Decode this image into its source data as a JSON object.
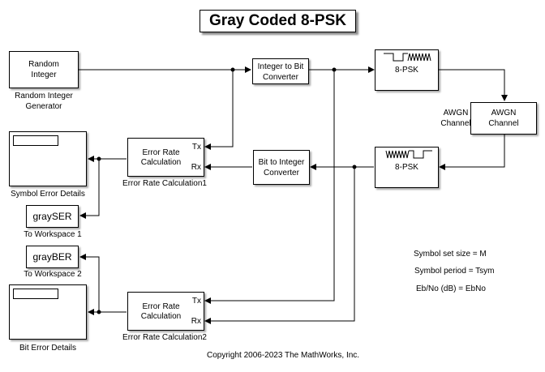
{
  "title": "Gray Coded 8-PSK",
  "blocks": {
    "random_integer": {
      "text": [
        "Random",
        "Integer"
      ],
      "label": [
        "Random Integer",
        "Generator"
      ]
    },
    "int_to_bit": {
      "text": [
        "Integer to Bit",
        "Converter"
      ]
    },
    "modulator": {
      "text": "8-PSK"
    },
    "awgn": {
      "text": [
        "AWGN",
        "Channel"
      ],
      "label": [
        "AWGN",
        "Channel"
      ]
    },
    "demodulator": {
      "text": "8-PSK"
    },
    "bit_to_int": {
      "text": [
        "Bit to Integer",
        "Converter"
      ]
    },
    "error_rate_1": {
      "text": [
        "Error Rate",
        "Calculation"
      ],
      "tx": "Tx",
      "rx": "Rx",
      "label": "Error Rate Calculation1"
    },
    "error_rate_2": {
      "text": [
        "Error Rate",
        "Calculation"
      ],
      "tx": "Tx",
      "rx": "Rx",
      "label": "Error Rate Calculation2"
    },
    "symbol_scope": {
      "label": "Symbol Error Details"
    },
    "bit_scope": {
      "label": "Bit Error Details"
    },
    "ws1": {
      "text": "graySER",
      "label": "To Workspace 1"
    },
    "ws2": {
      "text": "grayBER",
      "label": "To Workspace 2"
    }
  },
  "notes": [
    "Symbol set size = M",
    "Symbol period = Tsym",
    "Eb/No (dB) = EbNo"
  ],
  "copyright": "Copyright 2006-2023 The MathWorks, Inc."
}
